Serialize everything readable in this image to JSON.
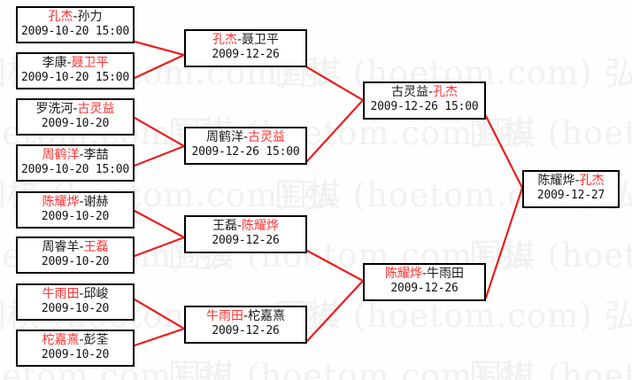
{
  "page": {
    "title": "围棋比赛对阵表",
    "watermark_text": "围棋 (hoetom.com) 弘",
    "accent_red": "#ff3030",
    "line_red": "#ee1c1c",
    "border_black": "#000000",
    "background": "#fefefe"
  },
  "bracket": {
    "rounds": [
      {
        "name": "round-1",
        "matches": [
          {
            "id": "r1m1",
            "left": "孔杰",
            "left_color": "red",
            "right": "孙力",
            "right_color": "black",
            "date": "2009-10-20 15:00"
          },
          {
            "id": "r1m2",
            "left": "李康",
            "left_color": "black",
            "right": "聂卫平",
            "right_color": "red",
            "date": "2009-10-20 15:00"
          },
          {
            "id": "r1m3",
            "left": "罗洗河",
            "left_color": "black",
            "right": "古灵益",
            "right_color": "red",
            "date": "2009-10-20"
          },
          {
            "id": "r1m4",
            "left": "周鹤洋",
            "left_color": "red",
            "right": "李喆",
            "right_color": "black",
            "date": "2009-10-20 15:00"
          },
          {
            "id": "r1m5",
            "left": "陈耀烨",
            "left_color": "red",
            "right": "谢赫",
            "right_color": "black",
            "date": "2009-10-20"
          },
          {
            "id": "r1m6",
            "left": "周睿羊",
            "left_color": "black",
            "right": "王磊",
            "right_color": "red",
            "date": "2009-10-20"
          },
          {
            "id": "r1m7",
            "left": "牛雨田",
            "left_color": "red",
            "right": "邱峻",
            "right_color": "black",
            "date": "2009-10-20"
          },
          {
            "id": "r1m8",
            "left": "柁嘉熹",
            "left_color": "red",
            "right": "彭荃",
            "right_color": "black",
            "date": "2009-10-20"
          }
        ]
      },
      {
        "name": "round-2",
        "matches": [
          {
            "id": "r2m1",
            "left": "孔杰",
            "left_color": "red",
            "right": "聂卫平",
            "right_color": "black",
            "date": "2009-12-26"
          },
          {
            "id": "r2m2",
            "left": "周鹤洋",
            "left_color": "black",
            "right": "古灵益",
            "right_color": "red",
            "date": "2009-12-26 15:00"
          },
          {
            "id": "r2m3",
            "left": "王磊",
            "left_color": "black",
            "right": "陈耀烨",
            "right_color": "red",
            "date": "2009-12-26"
          },
          {
            "id": "r2m4",
            "left": "牛雨田",
            "left_color": "red",
            "right": "柁嘉熹",
            "right_color": "black",
            "date": "2009-12-26"
          }
        ]
      },
      {
        "name": "semifinal",
        "matches": [
          {
            "id": "r3m1",
            "left": "古灵益",
            "left_color": "black",
            "right": "孔杰",
            "right_color": "red",
            "date": "2009-12-26 15:00"
          },
          {
            "id": "r3m2",
            "left": "陈耀烨",
            "left_color": "red",
            "right": "牛雨田",
            "right_color": "black",
            "date": "2009-12-26"
          }
        ]
      },
      {
        "name": "final",
        "matches": [
          {
            "id": "r4m1",
            "left": "陈耀烨",
            "left_color": "black",
            "right": "孔杰",
            "right_color": "red",
            "date": "2009-12-27"
          }
        ]
      }
    ]
  }
}
